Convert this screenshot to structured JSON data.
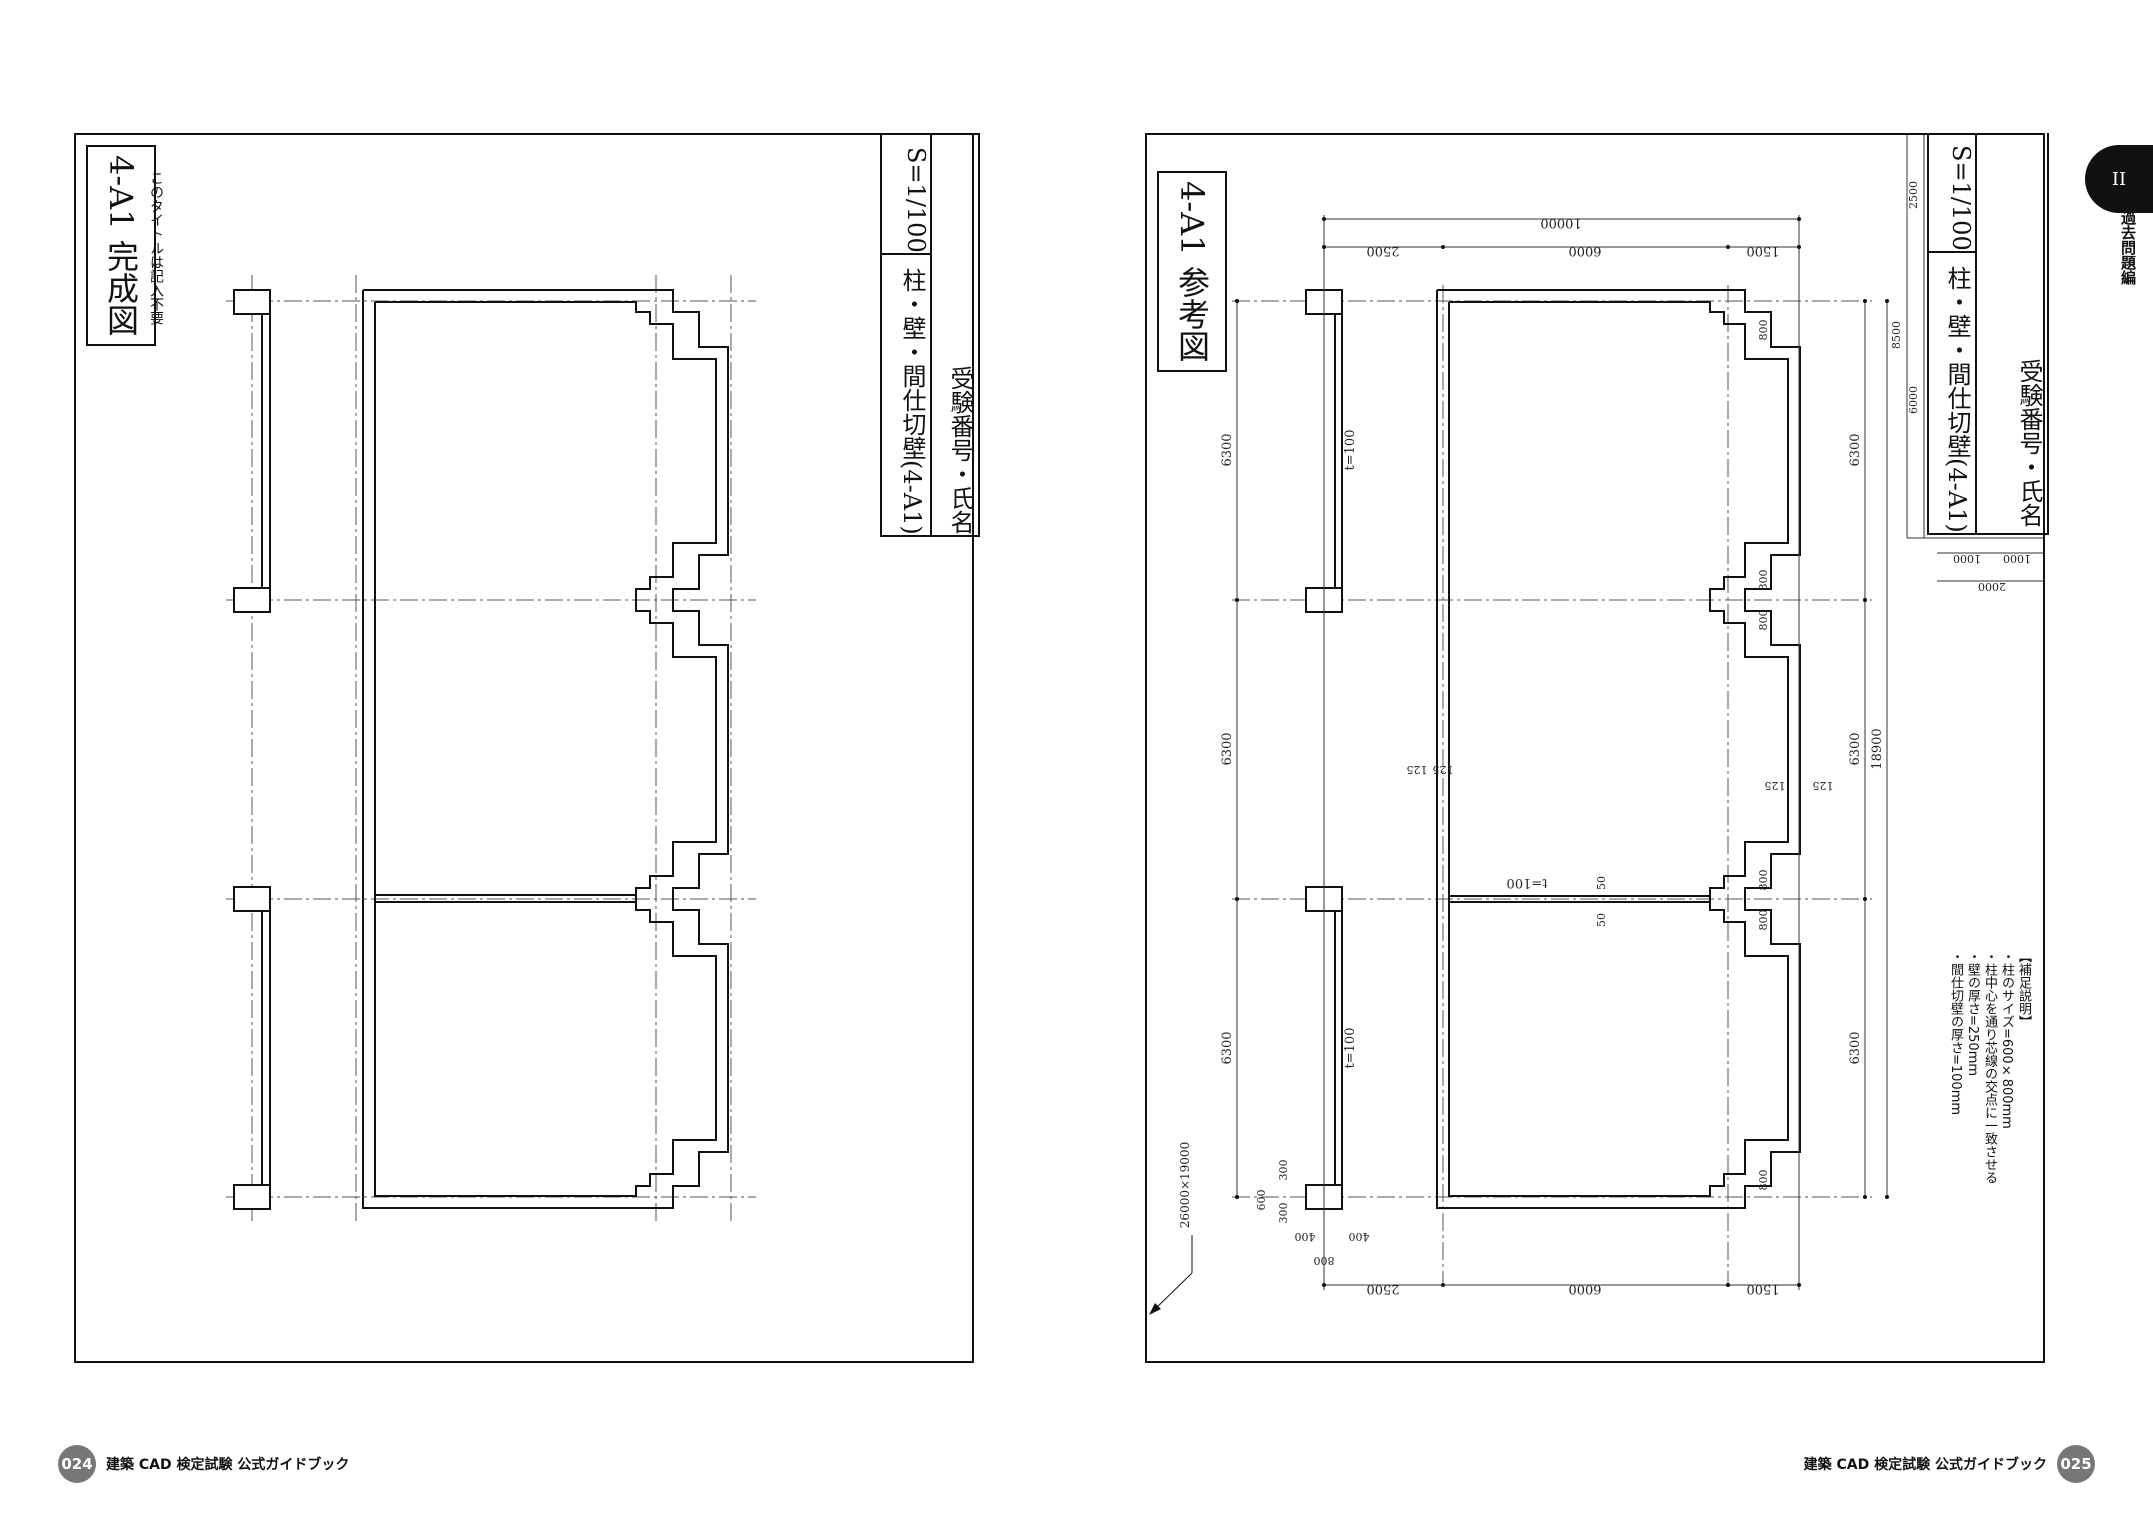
{
  "left": {
    "title": "4-A1 完成図",
    "title_note": "このタイトルは記入不要",
    "scale": "S=1/100",
    "sheet_name": "柱・壁・間仕切壁(4-A1)",
    "candidate_label": "受験番号・氏名"
  },
  "right": {
    "title": "4-A1 参考図",
    "scale": "S=1/100",
    "sheet_name": "柱・壁・間仕切壁(4-A1)",
    "candidate_label": "受験番号・氏名",
    "tb_dims": [
      "2500",
      "6000",
      "8500",
      "1000",
      "1000",
      "2000"
    ],
    "sheet_size": "26000×19000",
    "dims": {
      "top_total": "10000",
      "top_parts": [
        "2500",
        "6000",
        "1500"
      ],
      "bottom_parts": [
        "2500",
        "6000",
        "1500"
      ],
      "left_spans": [
        "6300",
        "6300",
        "6300"
      ],
      "right_spans": [
        "6300",
        "6300",
        "6300"
      ],
      "right_total": "18900",
      "col_dims": [
        "800",
        "800",
        "800",
        "800",
        "800",
        "800"
      ],
      "wall_t": [
        "t=100",
        "t=100"
      ],
      "part_t": "t=100",
      "w125": [
        "125",
        "125",
        "125",
        "125"
      ],
      "w50": [
        "50",
        "50"
      ],
      "col_small": [
        "300",
        "600",
        "300",
        "400",
        "400",
        "800"
      ]
    },
    "notes": [
      "【補足説明】",
      "・柱のサイズ=600×800mm",
      "・柱中心を通り芯線の交点に一致させる",
      "・壁の厚さ=250mm",
      "・間仕切壁の厚さ=100mm"
    ]
  },
  "footer": {
    "left_page": "024",
    "right_page": "025",
    "book_title": "建築 CAD 検定試験 公式ガイドブック"
  },
  "side": {
    "roman": "II",
    "chapter": "過去問題編"
  }
}
